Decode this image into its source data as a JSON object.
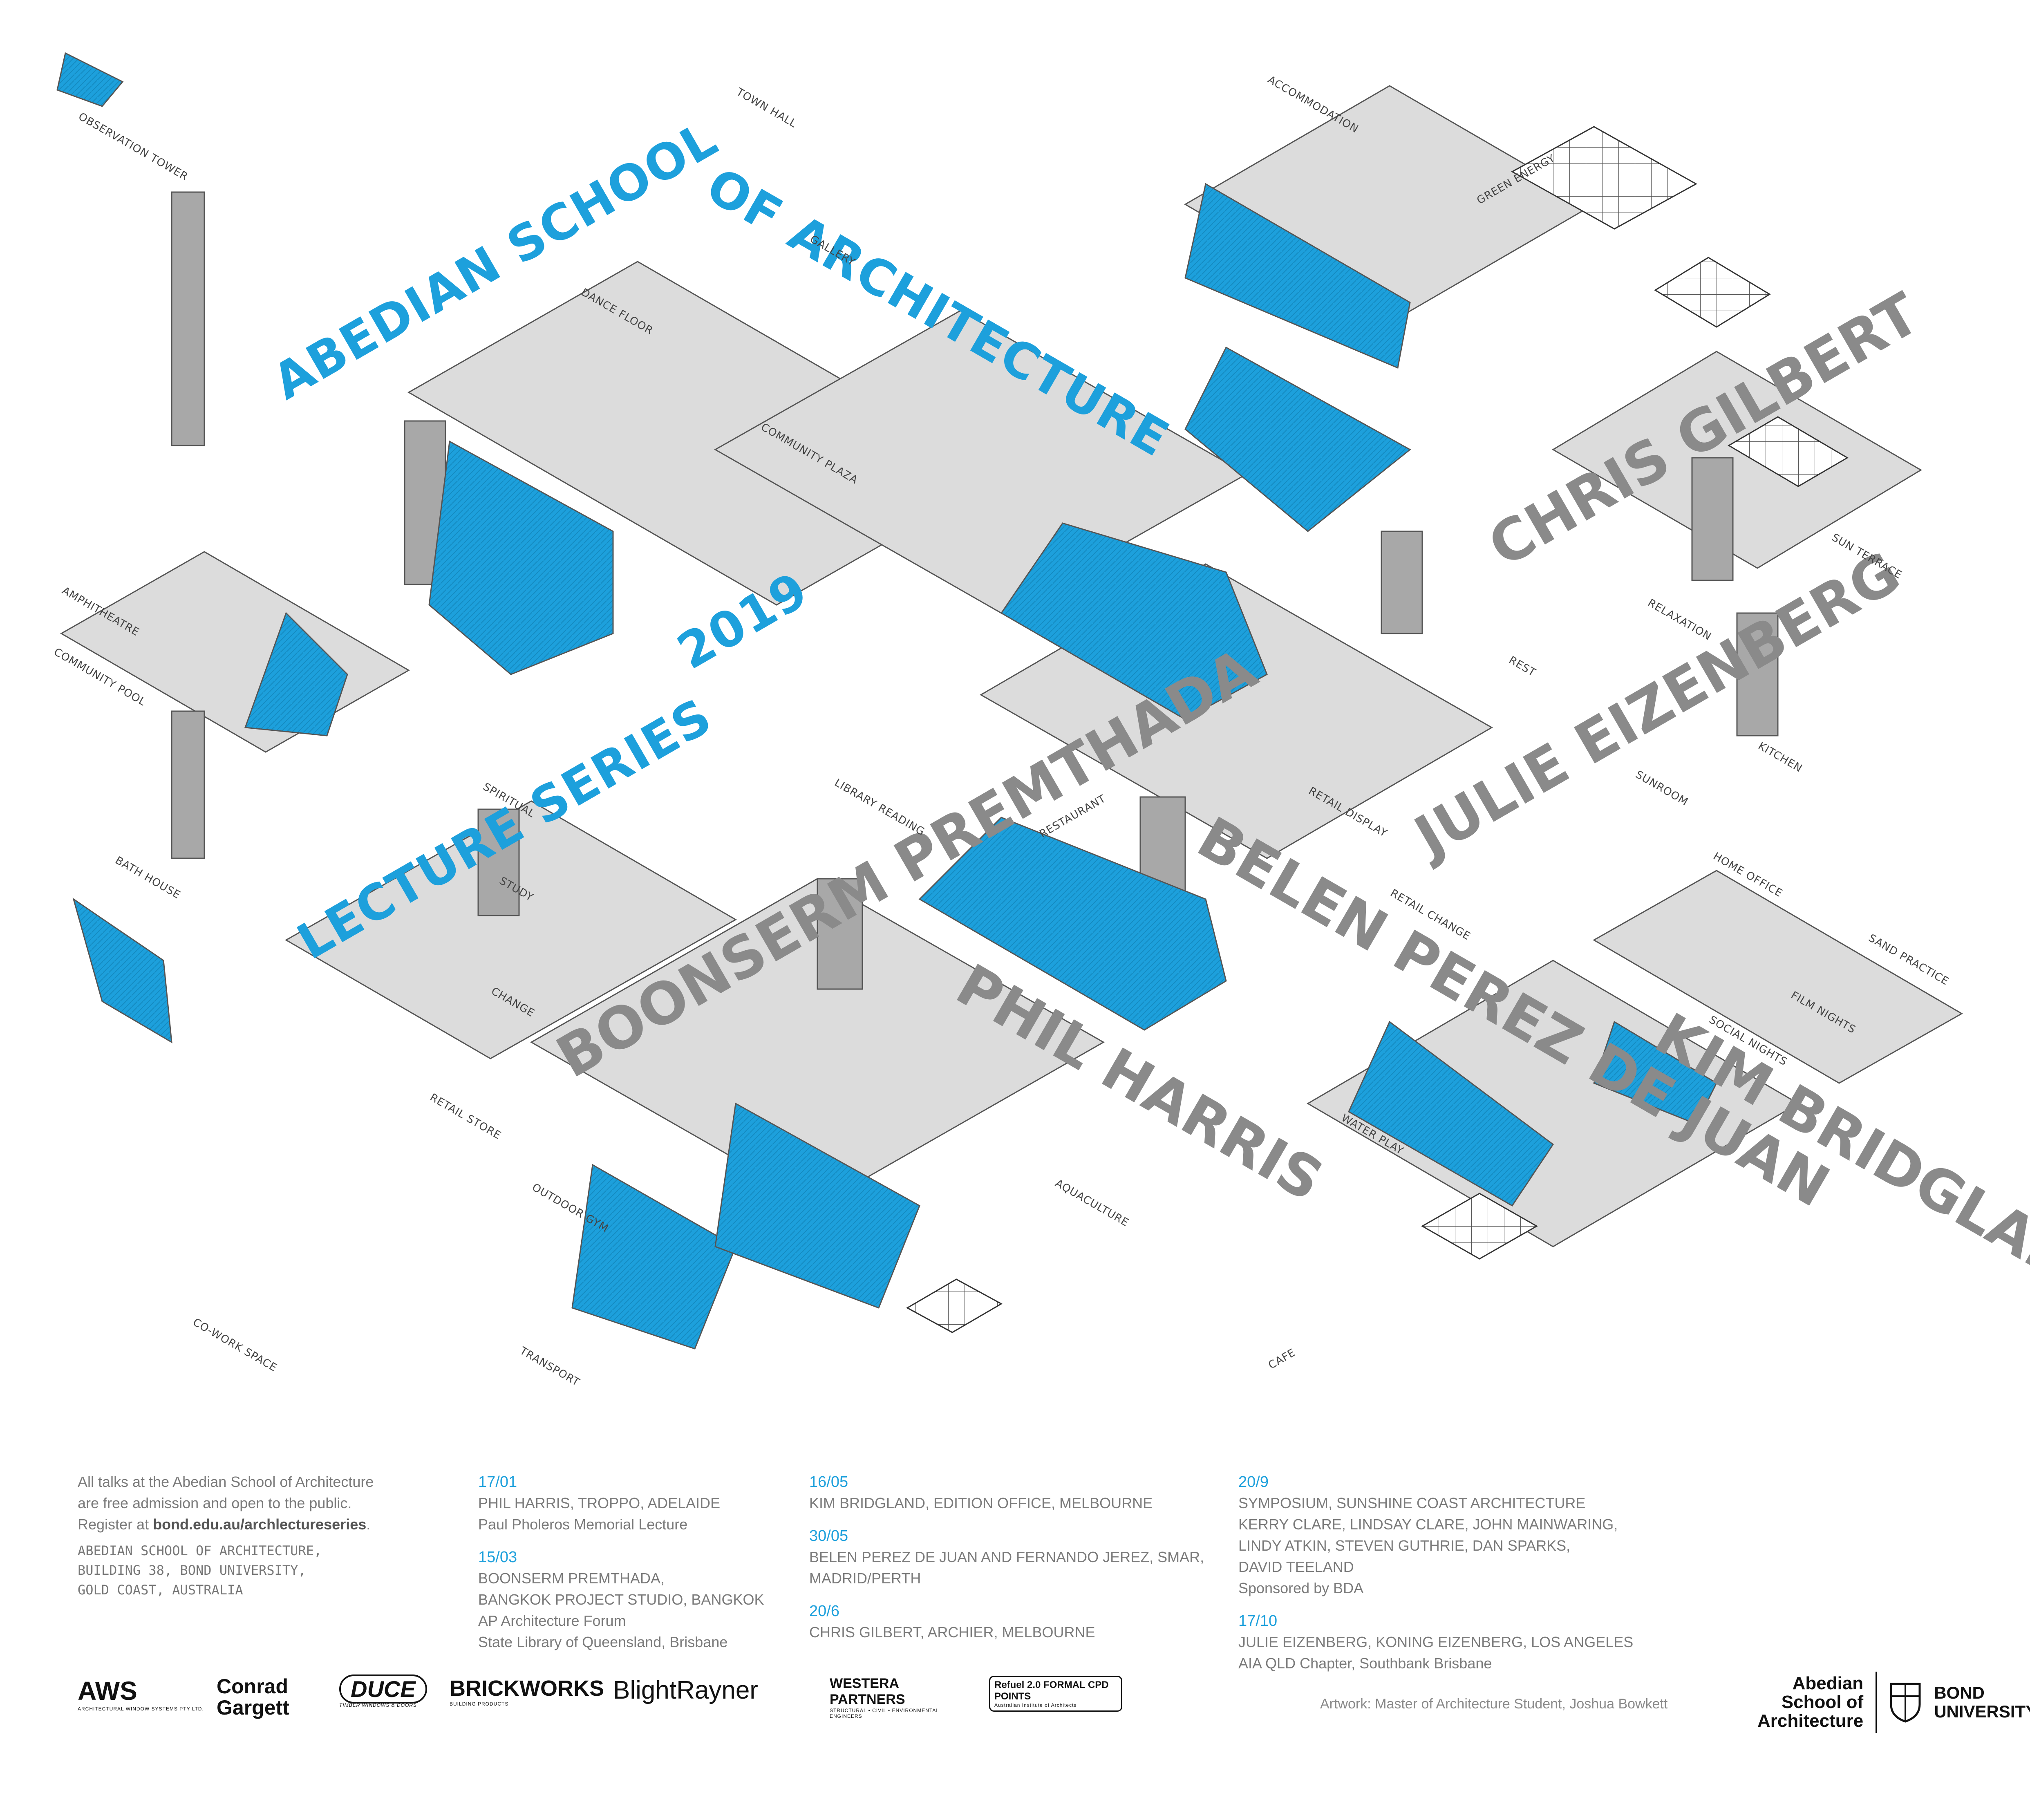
{
  "poster": {
    "titles": {
      "line1": "ABEDIAN SCHOOL",
      "line2": "OF ARCHITECTURE",
      "year": "2019",
      "line3": "LECTURE SERIES"
    },
    "speakers": [
      "CHRIS GILBERT",
      "JULIE EIZENBERG",
      "BELEN PEREZ DE JUAN",
      "BOONSERM PREMTHADA",
      "PHIL HARRIS",
      "KIM BRIDGLAND"
    ],
    "place_labels": [
      "TOWN HALL",
      "ACCOMMODATION",
      "GREEN ENERGY",
      "AMPHITHEATRE",
      "COMMUNITY POOL",
      "COMMUNITY PLAZA",
      "GALLERY",
      "SPIRITUAL",
      "LIBRARY READING",
      "CHANGE",
      "BATH HOUSE",
      "RETAIL STORE",
      "RESTAURANT",
      "RETAIL DISPLAY",
      "RETAIL CHANGE",
      "RELAXATION",
      "KITCHEN",
      "SUNROOM",
      "REST",
      "HOME OFFICE",
      "SOCIAL NIGHTS",
      "FILM NIGHTS",
      "SUN TERRACE",
      "SAND PRACTICE",
      "WATER PLAY",
      "AQUACULTURE",
      "CAFE",
      "TRANSPORT",
      "CO-WORK SPACE",
      "OBSERVATION TOWER",
      "DANCE FLOOR",
      "OUTDOOR GYM",
      "STUDY"
    ]
  },
  "info": {
    "intro": {
      "line1": "All talks at the Abedian School of Architecture",
      "line2": "are free admission and open to the public.",
      "line3_prefix": "Register at ",
      "link": "bond.edu.au/archlectureseries",
      "line3_suffix": "."
    },
    "address": [
      "ABEDIAN SCHOOL OF ARCHITECTURE,",
      "BUILDING 38, BOND UNIVERSITY,",
      "GOLD COAST, AUSTRALIA"
    ],
    "lectures_col1": [
      {
        "date": "17/01",
        "lines": [
          "PHIL HARRIS, TROPPO, ADELAIDE",
          "Paul Pholeros Memorial Lecture"
        ]
      },
      {
        "date": "15/03",
        "lines": [
          "BOONSERM PREMTHADA,",
          "BANGKOK PROJECT STUDIO, BANGKOK",
          "AP Architecture Forum",
          "State Library of Queensland, Brisbane"
        ]
      }
    ],
    "lectures_col2": [
      {
        "date": "16/05",
        "lines": [
          "KIM BRIDGLAND, EDITION OFFICE, MELBOURNE"
        ]
      },
      {
        "date": "30/05",
        "lines": [
          "BELEN PEREZ DE JUAN AND FERNANDO JEREZ, SMAR,",
          "MADRID/PERTH"
        ]
      },
      {
        "date": "20/6",
        "lines": [
          "CHRIS GILBERT, ARCHIER, MELBOURNE"
        ]
      }
    ],
    "lectures_col3": [
      {
        "date": "20/9",
        "lines": [
          "SYMPOSIUM, SUNSHINE COAST ARCHITECTURE",
          "KERRY CLARE, LINDSAY CLARE, JOHN MAINWARING,",
          "LINDY ATKIN, STEVEN GUTHRIE, DAN SPARKS,",
          "DAVID TEELAND",
          "Sponsored by BDA"
        ]
      },
      {
        "date": "17/10",
        "lines": [
          "JULIE EIZENBERG, KONING EIZENBERG, LOS ANGELES",
          "AIA QLD Chapter, Southbank Brisbane"
        ]
      }
    ]
  },
  "sponsors": [
    {
      "name": "AWS",
      "sub": "ARCHITECTURAL WINDOW SYSTEMS PTY LTD."
    },
    {
      "name": "Conrad Gargett",
      "sub": ""
    },
    {
      "name": "DUCE",
      "sub": "TIMBER WINDOWS & DOORS"
    },
    {
      "name": "BRICKWORKS",
      "sub": "BUILDING PRODUCTS"
    },
    {
      "name": "BlightRayner",
      "sub": ""
    },
    {
      "name": "WESTERA PARTNERS",
      "sub": "STRUCTURAL • CIVIL • ENVIRONMENTAL ENGINEERS"
    },
    {
      "name": "Refuel 2.0 FORMAL CPD POINTS",
      "sub": "Australian Institute of Architects"
    }
  ],
  "credit": "Artwork: Master of Architecture Student, Joshua Bowkett",
  "branding": {
    "school": [
      "Abedian",
      "School of",
      "Architecture"
    ],
    "university": [
      "BOND",
      "UNIVERSITY"
    ]
  },
  "colors": {
    "accent": "#1da0dc",
    "deck": "#d9d9d9",
    "wall": "#a8a8a8",
    "text": "#7a7a7a"
  }
}
